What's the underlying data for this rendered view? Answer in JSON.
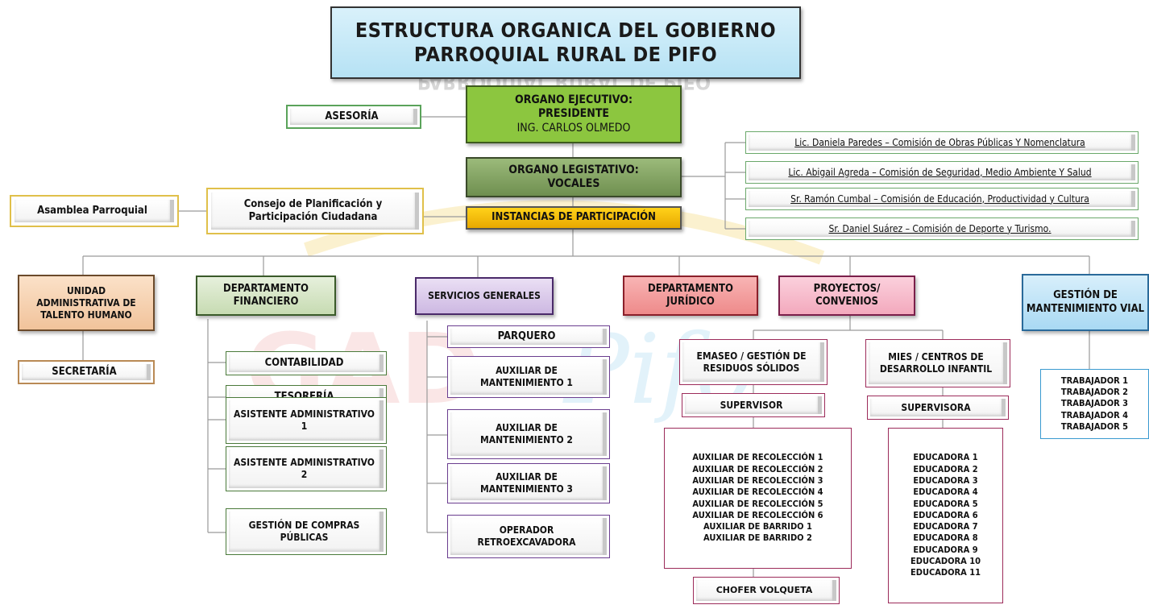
{
  "title": {
    "line1": "ESTRUCTURA ORGANICA DEL GOBIERNO",
    "line2": "PARROQUIAL RURAL DE PIFO"
  },
  "top": {
    "asesoria": "ASESORÍA",
    "ejecutivo": {
      "line1": "ORGANO EJECUTIVO:",
      "line2": "PRESIDENTE",
      "line3": "ING. CARLOS OLMEDO"
    },
    "legislativo": {
      "line1": "ORGANO LEGISTATIVO:",
      "line2": "VOCALES"
    },
    "instancias": "INSTANCIAS DE PARTICIPACIÓN",
    "consejo": "Consejo de Planificación y\nParticipación Ciudadana",
    "asamblea": "Asamblea Parroquial"
  },
  "comisiones": [
    "Lic. Daniela Paredes – Comisión de Obras Públicas Y Nomenclatura",
    "Lic. Abigail Agreda – Comisión de Seguridad, Medio Ambiente Y Salud",
    "Sr. Ramón Cumbal – Comisión de Educación, Productividad y Cultura",
    "Sr. Daniel Suárez – Comisión de Deporte y Turismo."
  ],
  "departments": {
    "talento": "UNIDAD\nADMINISTRATIVA DE\nTALENTO HUMANO",
    "financiero": "DEPARTAMENTO\nFINANCIERO",
    "servicios": "SERVICIOS GENERALES",
    "juridico": "DEPARTAMENTO\nJURÍDICO",
    "proyectos": "PROYECTOS/\nCONVENIOS",
    "vial": "GESTIÓN DE\nMANTENIMIENTO VIAL"
  },
  "secretaria": "SECRETARÍA",
  "financiero_items": [
    "CONTABILIDAD",
    "TESORERÍA",
    "ASISTENTE ADMINISTRATIVO\n1",
    "ASISTENTE ADMINISTRATIVO\n2",
    "GESTIÓN DE COMPRAS\nPÚBLICAS"
  ],
  "servicios_items": [
    "PARQUERO",
    "AUXILIAR DE\nMANTENIMIENTO 1",
    "AUXILIAR DE\nMANTENIMIENTO 2",
    "AUXILIAR DE\nMANTENIMIENTO 3",
    "OPERADOR\nRETROEXCAVADORA"
  ],
  "emaseo": {
    "name": "EMASEO / GESTIÓN DE\nRESIDUOS SÓLIDOS",
    "supervisor": "SUPERVISOR",
    "staff": [
      "AUXILIAR DE RECOLECCIÓN 1",
      "AUXILIAR DE RECOLECCIÓN 2",
      "AUXILIAR DE RECOLECCIÓN 3",
      "AUXILIAR DE RECOLECCIÓN 4",
      "AUXILIAR DE RECOLECCIÓN 5",
      "AUXILIAR DE RECOLECCIÓN 6",
      "AUXILIAR DE BARRIDO 1",
      "AUXILIAR DE BARRIDO 2"
    ],
    "chofer": "CHOFER VOLQUETA"
  },
  "mies": {
    "name": "MIES / CENTROS DE\nDESARROLLO INFANTIL",
    "supervisor": "SUPERVISORA",
    "staff": [
      "EDUCADORA 1",
      "EDUCADORA 2",
      "EDUCADORA 3",
      "EDUCADORA 4",
      "EDUCADORA 5",
      "EDUCADORA 6",
      "EDUCADORA 7",
      "EDUCADORA 8",
      "EDUCADORA 9",
      "EDUCADORA 10",
      "EDUCADORA 11"
    ]
  },
  "vial_staff": [
    "TRABAJADOR 1",
    "TRABAJADOR 2",
    "TRABAJADOR 3",
    "TRABAJADOR 4",
    "TRABAJADOR 5"
  ],
  "colors": {
    "green_exec": "#8cc63f",
    "green_legis": "#7a9a5c",
    "instancias": "#f2b600",
    "talento_border": "#8b5a2b",
    "financiero_border": "#4a7a3a",
    "servicios_border": "#6a3d8f",
    "juridico_border": "#b03040",
    "proyectos_border": "#9c2b5a",
    "vial_border": "#3a9ad0"
  }
}
